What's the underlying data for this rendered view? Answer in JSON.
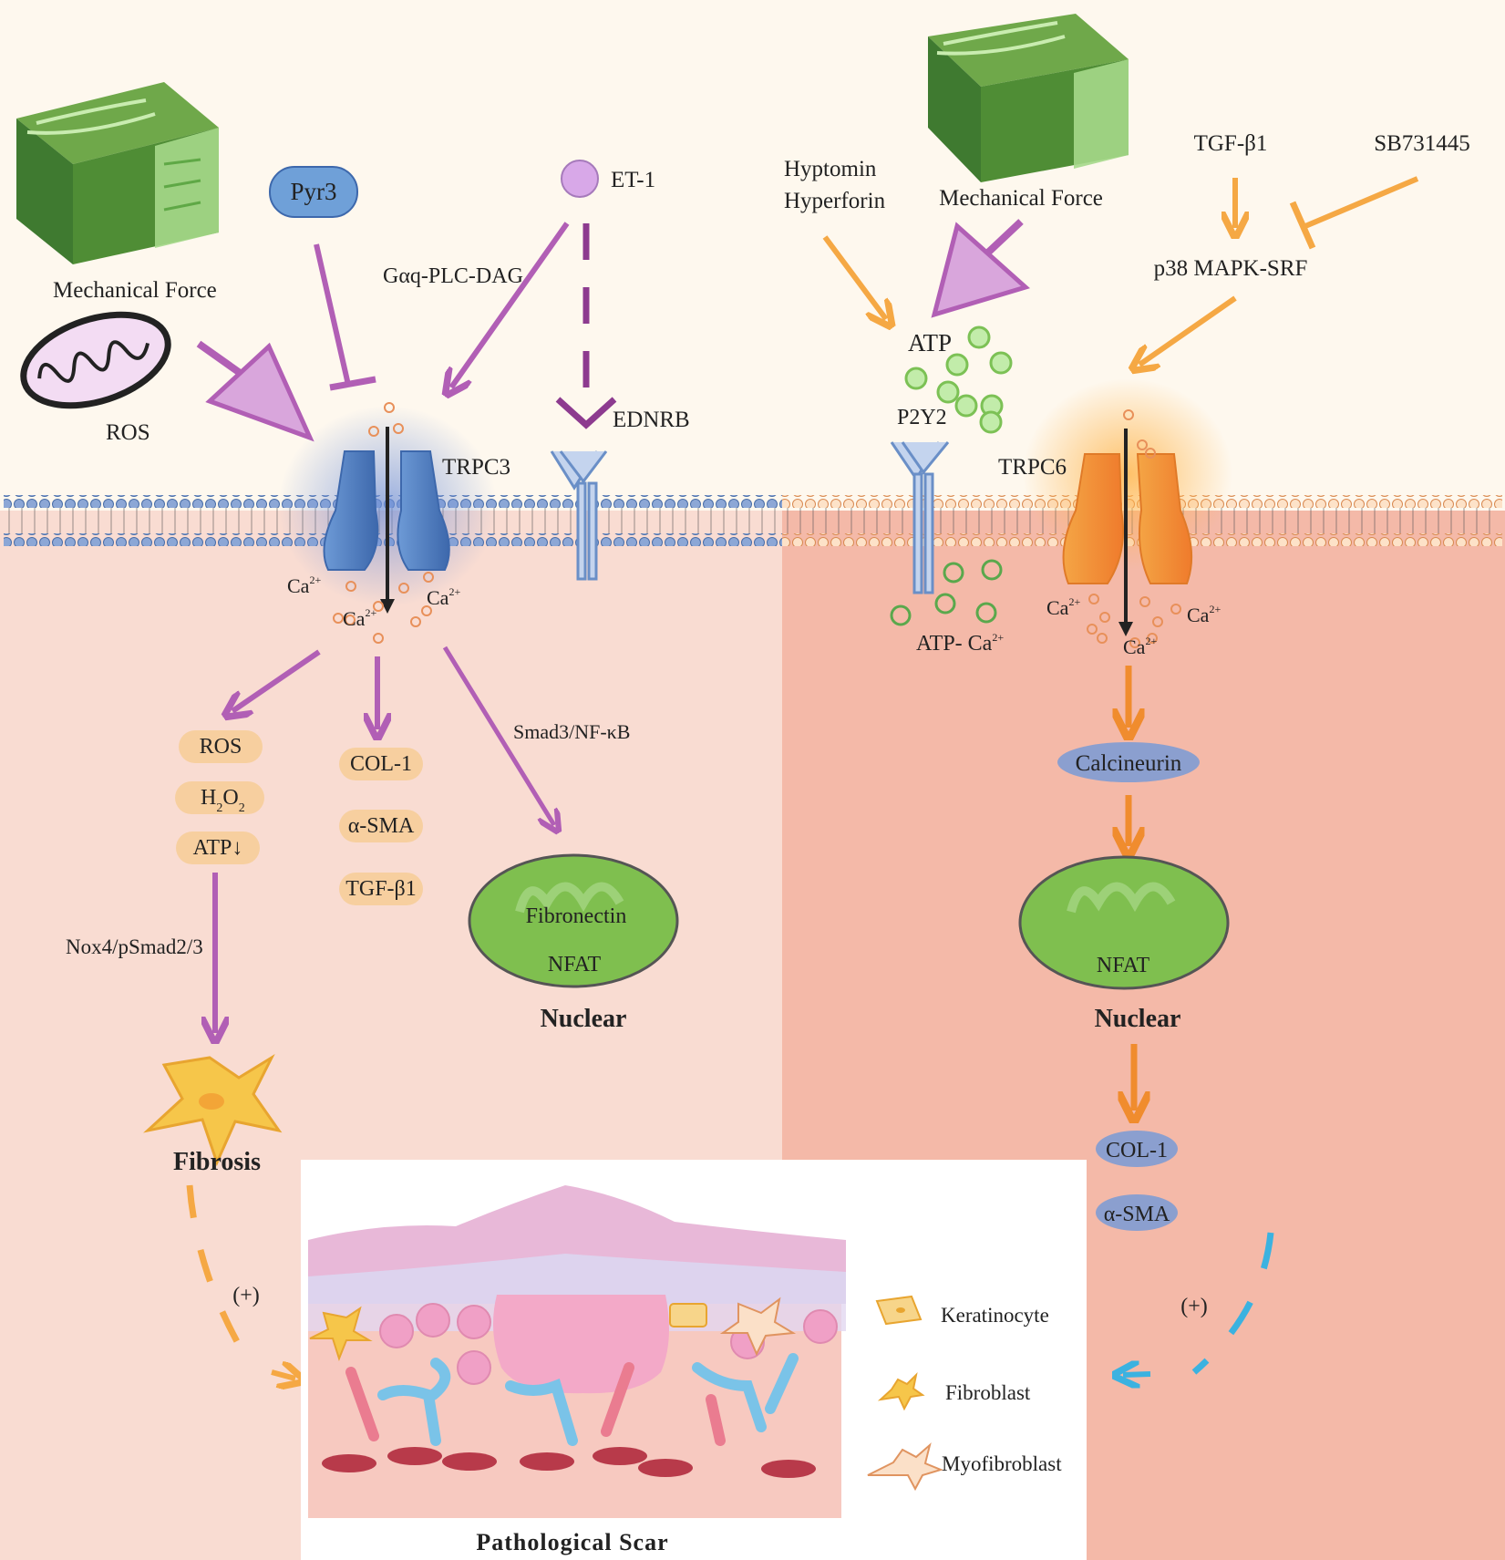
{
  "colors": {
    "top_bg": "#fef8ee",
    "left_cell": "#f9dcd2",
    "right_cell": "#f4b9a8",
    "purple_arrow": "#b15fb5",
    "orange_arrow": "#f5a844",
    "orange_dark": "#f08c2e",
    "blue_arrow": "#3bb2e0",
    "trpc3": "#4f7fc0",
    "trpc6": "#f19035",
    "nucleus": "#7fbf4f",
    "pill_peach": "#f7cf9f",
    "pill_blue": "#8b9fcf"
  },
  "left": {
    "mechanical_force": "Mechanical Force",
    "ros_organelle": "ROS",
    "pyr3": "Pyr3",
    "et1": "ET-1",
    "gaq_pathway": "Gαq-PLC-DAG",
    "ednrb": "EDNRB",
    "trpc3": "TRPC3",
    "ca_left": "Ca",
    "ca_right": "Ca",
    "ca_center": "Ca",
    "ca_sup": "2+",
    "pills_a": [
      "ROS",
      "H",
      "ATP↓"
    ],
    "h2o2_sub1": "2",
    "h2o2_o": "O",
    "h2o2_sub2": "2",
    "pills_b": [
      "COL-1",
      "α-SMA",
      "TGF-β1"
    ],
    "smad_pathway": "Smad3/NF-κB",
    "nox_pathway": "Nox4/pSmad2/3",
    "nucleus_text1": "Fibronectin",
    "nucleus_text2": "NFAT",
    "nuclear": "Nuclear",
    "fibrosis": "Fibrosis",
    "plus": "(+)"
  },
  "right": {
    "hyptomin": "Hyptomin",
    "hyperforin": "Hyperforin",
    "mechanical_force": "Mechanical Force",
    "tgf": "TGF-β1",
    "sb": "SB731445",
    "p38": "p38 MAPK-SRF",
    "atp": "ATP",
    "p2y2": "P2Y2",
    "trpc6": "TRPC6",
    "atp_ca": "ATP- Ca",
    "ca_left": "Ca",
    "ca_right": "Ca",
    "ca_center": "Ca",
    "ca_sup": "2+",
    "calcineurin": "Calcineurin",
    "nucleus_text": "NFAT",
    "nuclear": "Nuclear",
    "pills": [
      "COL-1",
      "α-SMA"
    ],
    "plus": "(+)"
  },
  "scar": {
    "title": "Pathological Scar",
    "legend": [
      "Keratinocyte",
      "Fibroblast",
      "Myofibroblast"
    ]
  }
}
